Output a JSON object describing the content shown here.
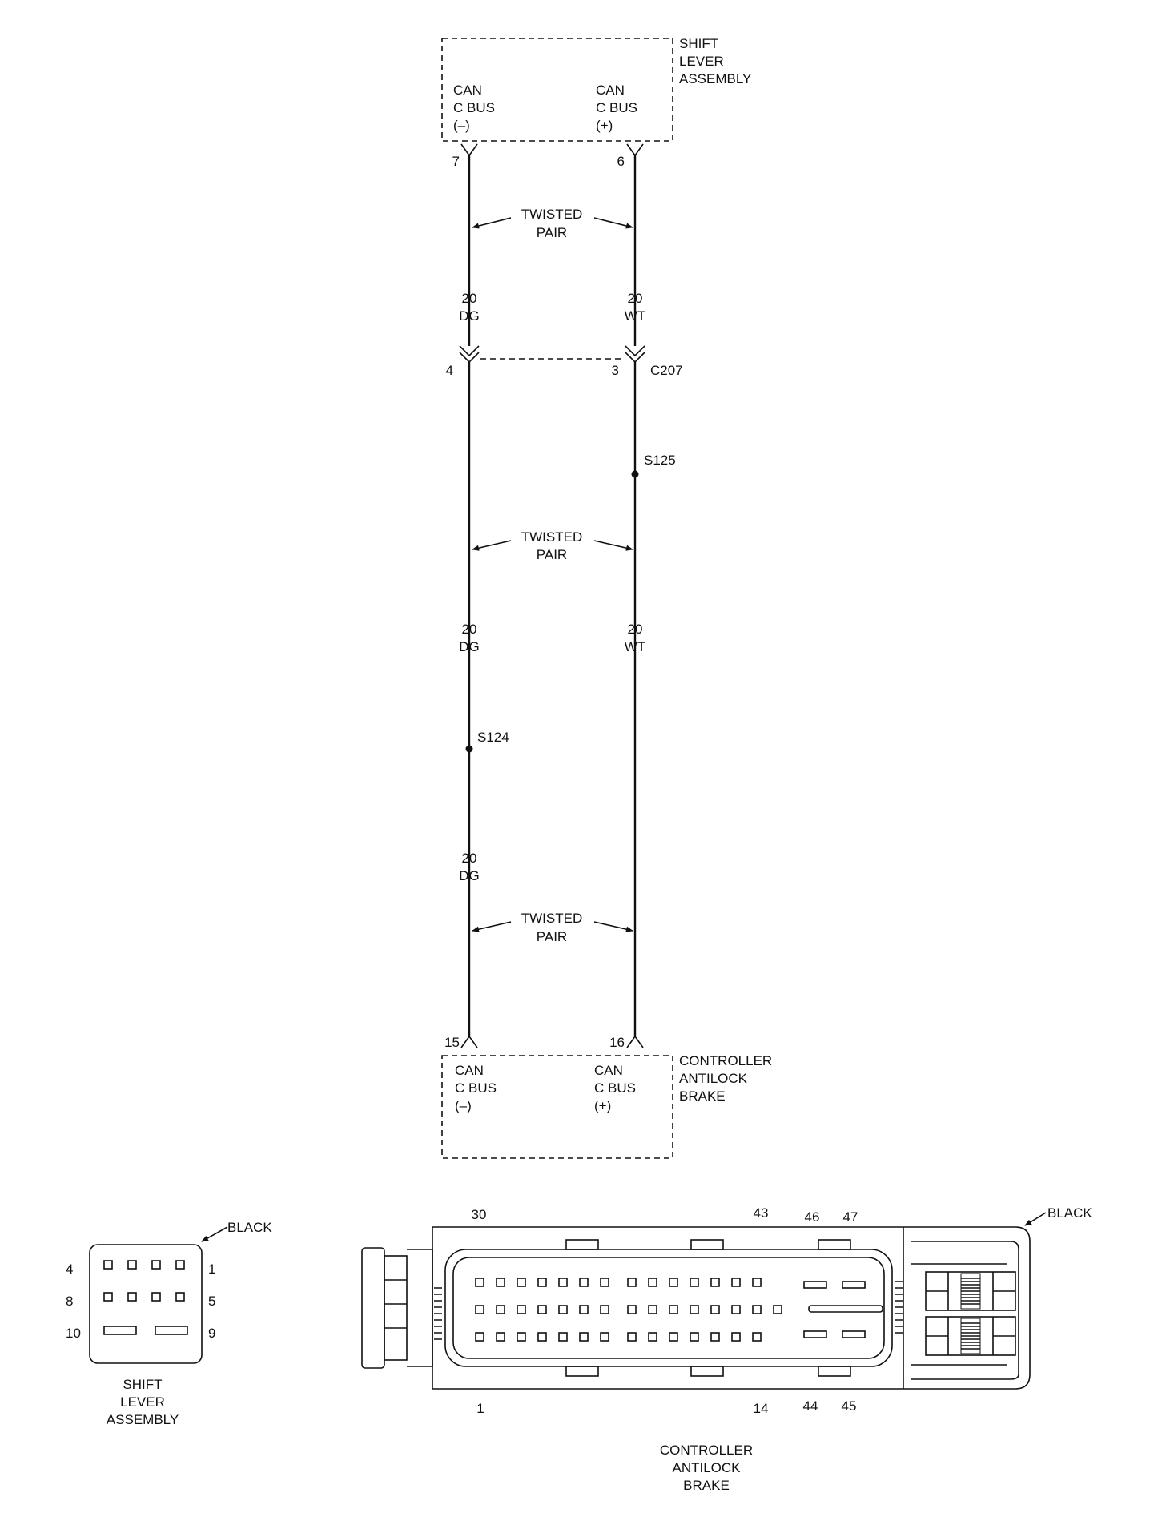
{
  "shift_lever": {
    "name_l1": "SHIFT",
    "name_l2": "LEVER",
    "name_l3": "ASSEMBLY",
    "neg": {
      "l1": "CAN",
      "l2": "C BUS",
      "l3": "(–)",
      "pin": "7"
    },
    "pos": {
      "l1": "CAN",
      "l2": "C BUS",
      "l3": "(+)",
      "pin": "6"
    }
  },
  "twisted_pair": {
    "l1": "TWISTED",
    "l2": "PAIR"
  },
  "wires": {
    "left": {
      "gauge": "20",
      "color": "DG"
    },
    "right": {
      "gauge": "20",
      "color": "WT"
    }
  },
  "connector_c207": {
    "name": "C207",
    "left_pin": "4",
    "right_pin": "3"
  },
  "splices": {
    "right": "S125",
    "left": "S124"
  },
  "abs_controller": {
    "name_l1": "CONTROLLER",
    "name_l2": "ANTILOCK",
    "name_l3": "BRAKE",
    "neg": {
      "l1": "CAN",
      "l2": "C BUS",
      "l3": "(–)",
      "pin": "15"
    },
    "pos": {
      "l1": "CAN",
      "l2": "C BUS",
      "l3": "(+)",
      "pin": "16"
    }
  },
  "shift_lever_connector": {
    "color": "BLACK",
    "pins": {
      "p4": "4",
      "p1": "1",
      "p8": "8",
      "p5": "5",
      "p10": "10",
      "p9": "9"
    },
    "label_l1": "SHIFT",
    "label_l2": "LEVER",
    "label_l3": "ASSEMBLY"
  },
  "abs_connector": {
    "color": "BLACK",
    "pins": {
      "p30": "30",
      "p43": "43",
      "p46": "46",
      "p47": "47",
      "p1": "1",
      "p14": "14",
      "p44": "44",
      "p45": "45"
    },
    "label_l1": "CONTROLLER",
    "label_l2": "ANTILOCK",
    "label_l3": "BRAKE"
  }
}
